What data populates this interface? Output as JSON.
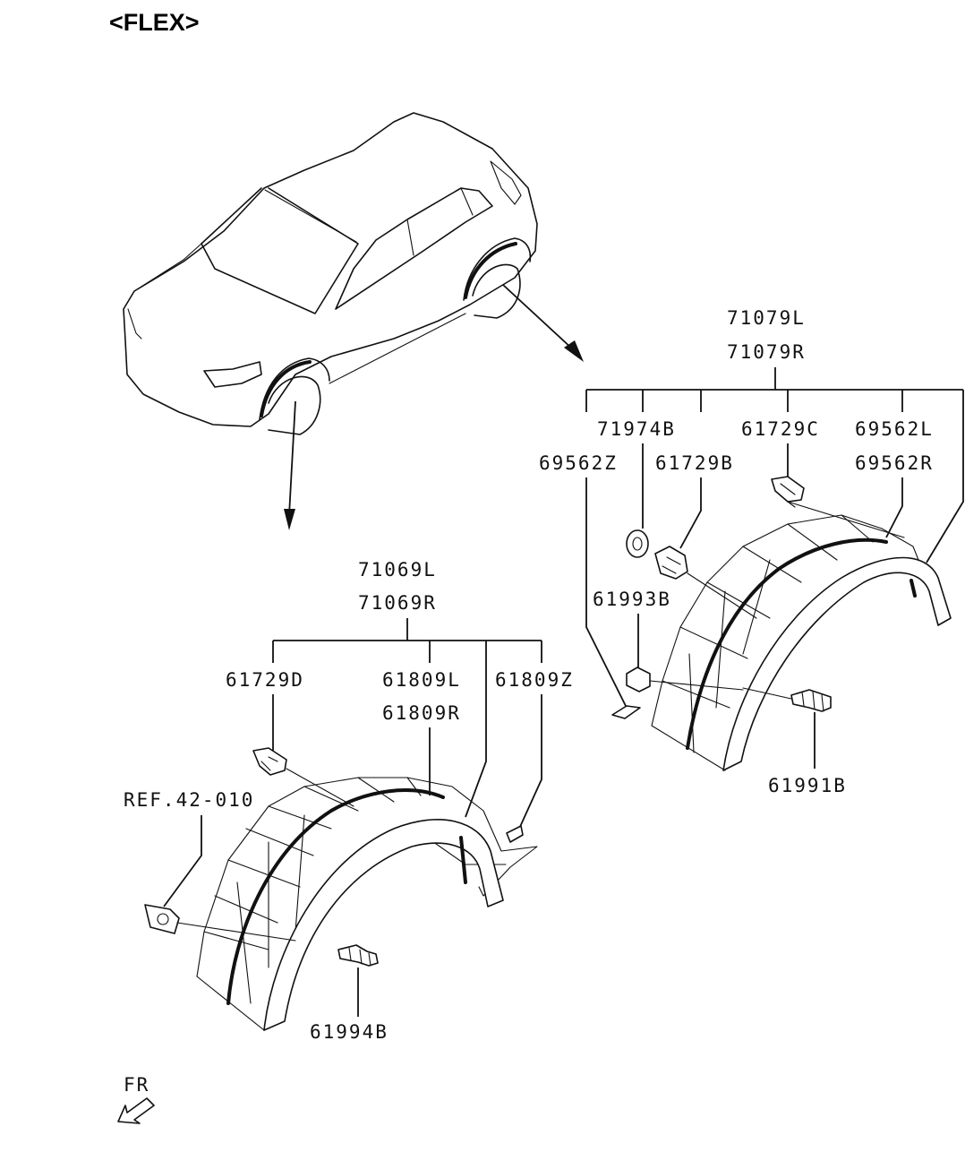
{
  "title": "<FLEX>",
  "direction_label": "FR",
  "front_group": {
    "assembly": [
      "71069L",
      "71069R"
    ],
    "parts": [
      "61729D",
      "61809L",
      "61809R",
      "61809Z",
      "61994B"
    ],
    "reference": "REF.42-010"
  },
  "rear_group": {
    "assembly": [
      "71079L",
      "71079R"
    ],
    "parts": [
      "71974B",
      "69562Z",
      "61729B",
      "61729C",
      "69562L",
      "69562R",
      "61993B",
      "61991B"
    ]
  }
}
